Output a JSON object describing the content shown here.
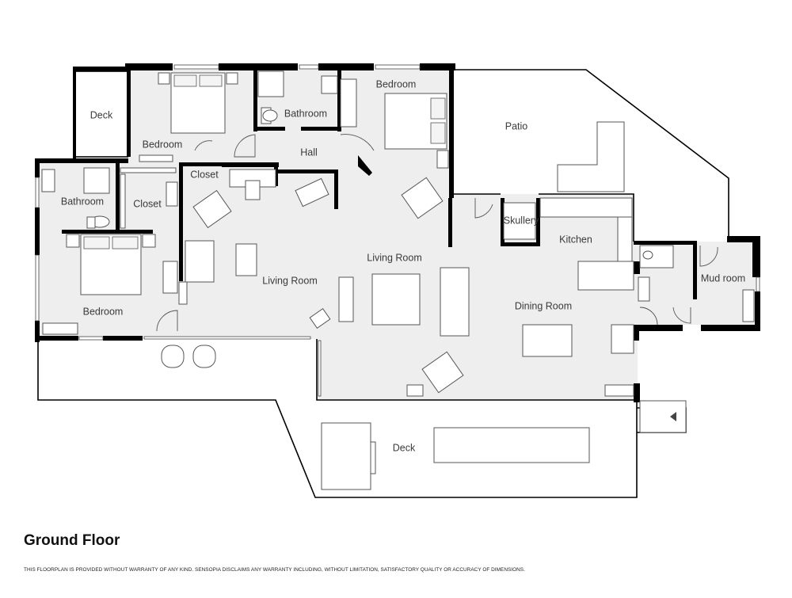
{
  "floor_title": "Ground Floor",
  "disclaimer": "THIS FLOORPLAN IS PROVIDED WITHOUT WARRANTY OF ANY KIND. SENSOPIA DISCLAIMS ANY WARRANTY INCLUDING, WITHOUT LIMITATION, SATISFACTORY QUALITY OR ACCURACY OF DIMENSIONS.",
  "rooms": {
    "deck_top": "Deck",
    "bedroom_top": "Bedroom",
    "bathroom_top": "Bathroom",
    "bedroom_right": "Bedroom",
    "patio": "Patio",
    "hall": "Hall",
    "closet_top": "Closet",
    "bathroom_left": "Bathroom",
    "closet_left": "Closet",
    "bedroom_left": "Bedroom",
    "living_room_left": "Living Room",
    "living_room_main": "Living Room",
    "skullery": "Skullery",
    "kitchen": "Kitchen",
    "mud_room": "Mud room",
    "dining_room": "Dining Room",
    "deck_bottom": "Deck"
  }
}
